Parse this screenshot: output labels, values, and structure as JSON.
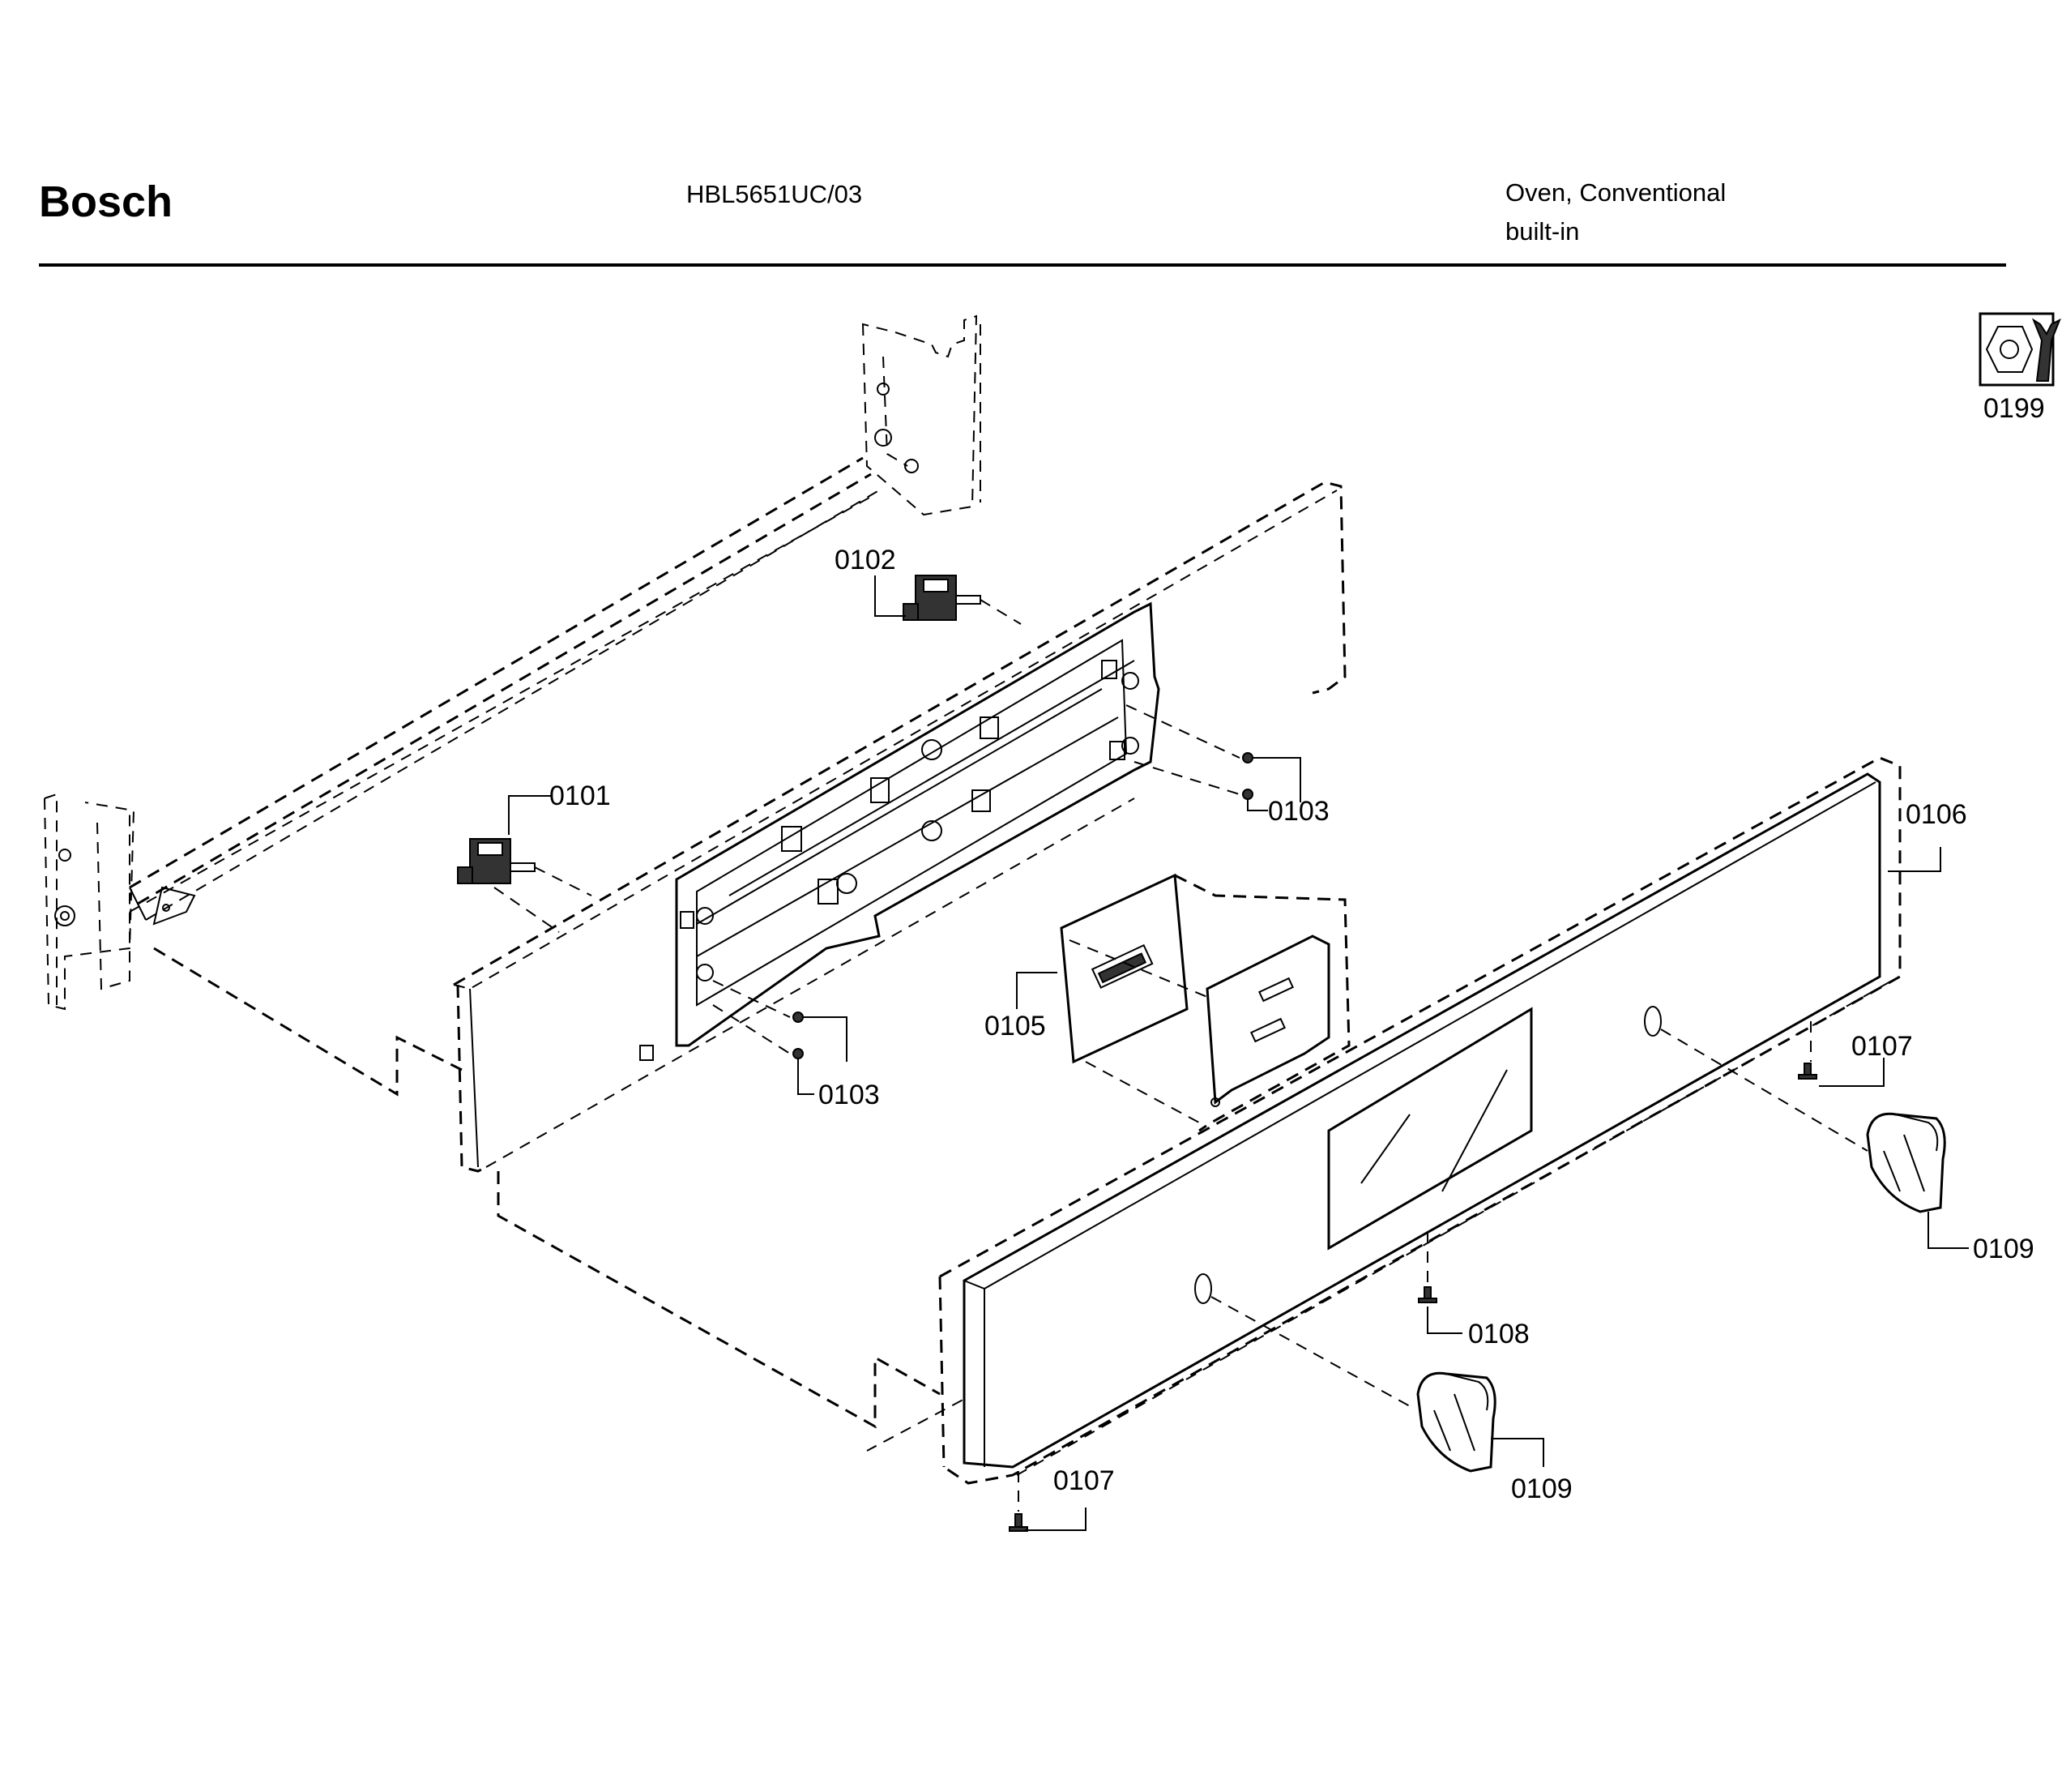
{
  "header": {
    "brand": "Bosch",
    "model": "HBL5651UC/03",
    "product_line1": "Oven, Conventional",
    "product_line2": "built-in"
  },
  "tool_icon": {
    "icon": "wrench-nut-icon",
    "label": "0199"
  },
  "parts": [
    {
      "id": "0101",
      "icon": "switch-icon"
    },
    {
      "id": "0102",
      "icon": "switch-icon"
    },
    {
      "id": "0103",
      "icon": "screw-icon"
    },
    {
      "id": "0103",
      "icon": "screw-icon"
    },
    {
      "id": "0105",
      "icon": "circuit-board-icon"
    },
    {
      "id": "0106",
      "icon": "control-panel-icon"
    },
    {
      "id": "0107",
      "icon": "screw-icon"
    },
    {
      "id": "0107",
      "icon": "screw-icon"
    },
    {
      "id": "0108",
      "icon": "screw-icon"
    },
    {
      "id": "0109",
      "icon": "knob-icon"
    },
    {
      "id": "0109",
      "icon": "knob-icon"
    }
  ]
}
